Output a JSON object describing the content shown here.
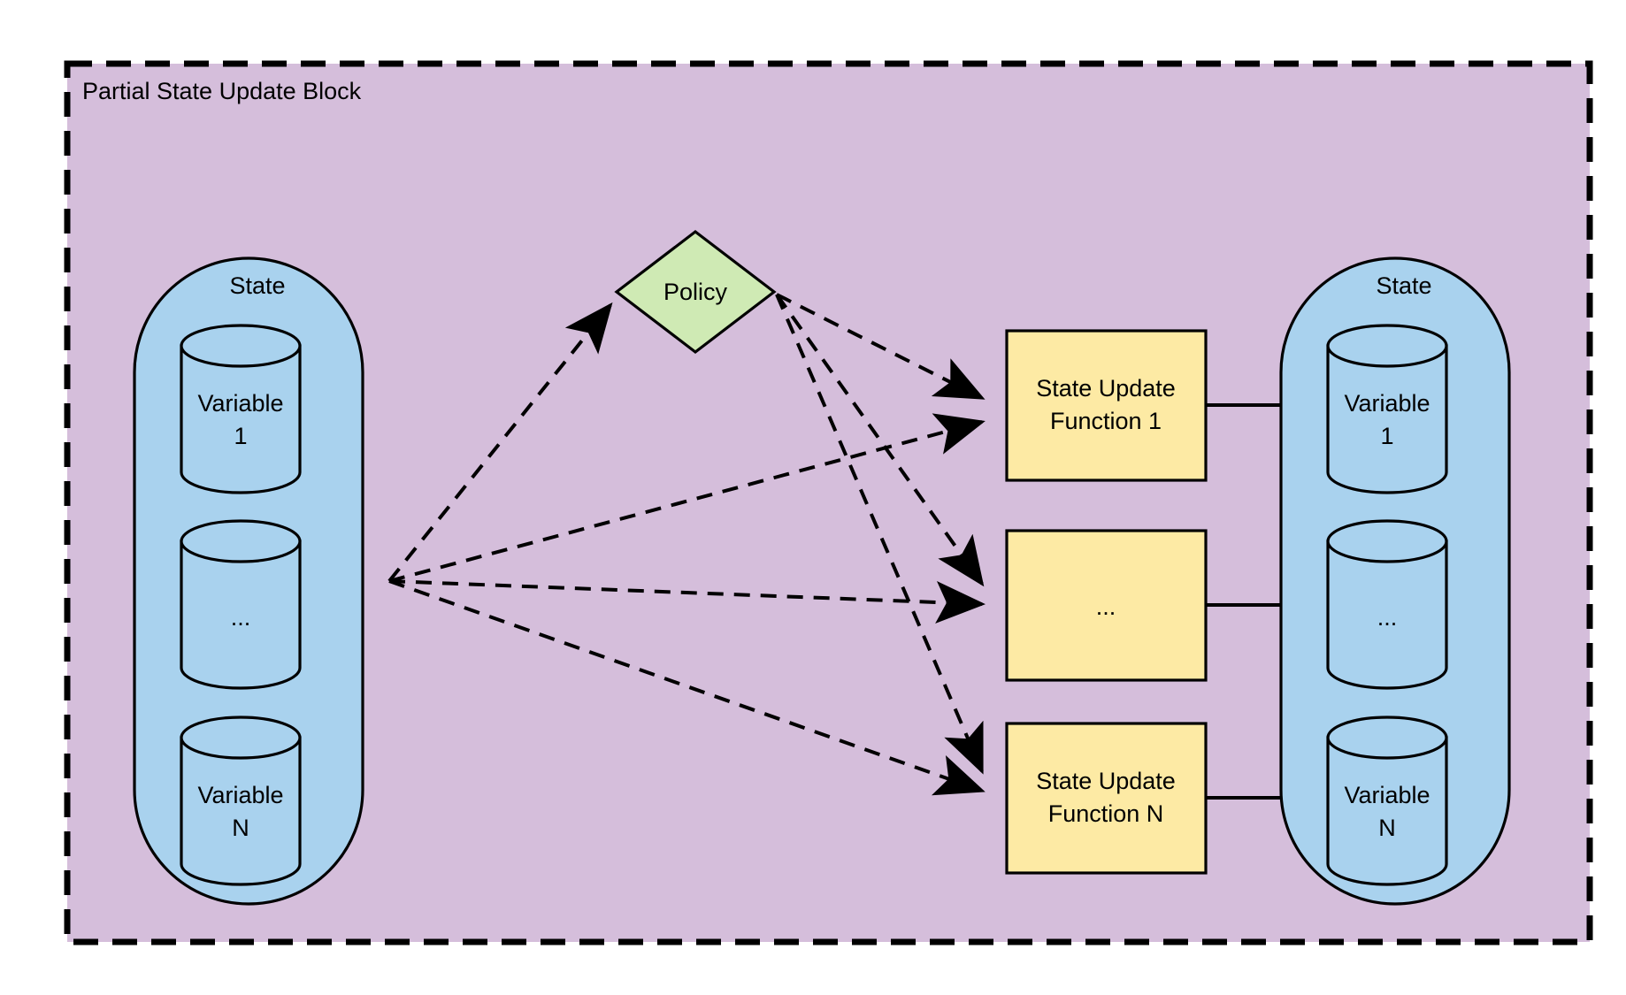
{
  "diagram": {
    "type": "flow-diagram",
    "title": "Partial State Update Block",
    "background_color": "#ffffff",
    "block_fill": "#d5bedb",
    "state_fill": "#a9d2ee",
    "policy_fill": "#cfeab4",
    "function_fill": "#fdeaa4",
    "stroke_color": "#000000"
  },
  "input_state": {
    "label": "State",
    "variables": [
      {
        "label_line1": "Variable",
        "label_line2": "1"
      },
      {
        "label_line1": "...",
        "label_line2": ""
      },
      {
        "label_line1": "Variable",
        "label_line2": "N"
      }
    ]
  },
  "policy": {
    "label": "Policy"
  },
  "state_update_functions": [
    {
      "label_line1": "State Update",
      "label_line2": "Function 1"
    },
    {
      "label_line1": "...",
      "label_line2": ""
    },
    {
      "label_line1": "State Update",
      "label_line2": "Function N"
    }
  ],
  "output_state": {
    "label": "State",
    "variables": [
      {
        "label_line1": "Variable",
        "label_line2": "1"
      },
      {
        "label_line1": "...",
        "label_line2": ""
      },
      {
        "label_line1": "Variable",
        "label_line2": "N"
      }
    ]
  },
  "edges": {
    "state_to_policy": {
      "style": "dashed",
      "arrow": "end"
    },
    "state_to_functions": {
      "style": "dashed",
      "arrow": "end",
      "count": 3
    },
    "policy_to_functions": {
      "style": "dashed",
      "arrow": "end",
      "count": 3
    },
    "functions_to_state": {
      "style": "solid",
      "arrow": "end",
      "count": 3
    }
  }
}
